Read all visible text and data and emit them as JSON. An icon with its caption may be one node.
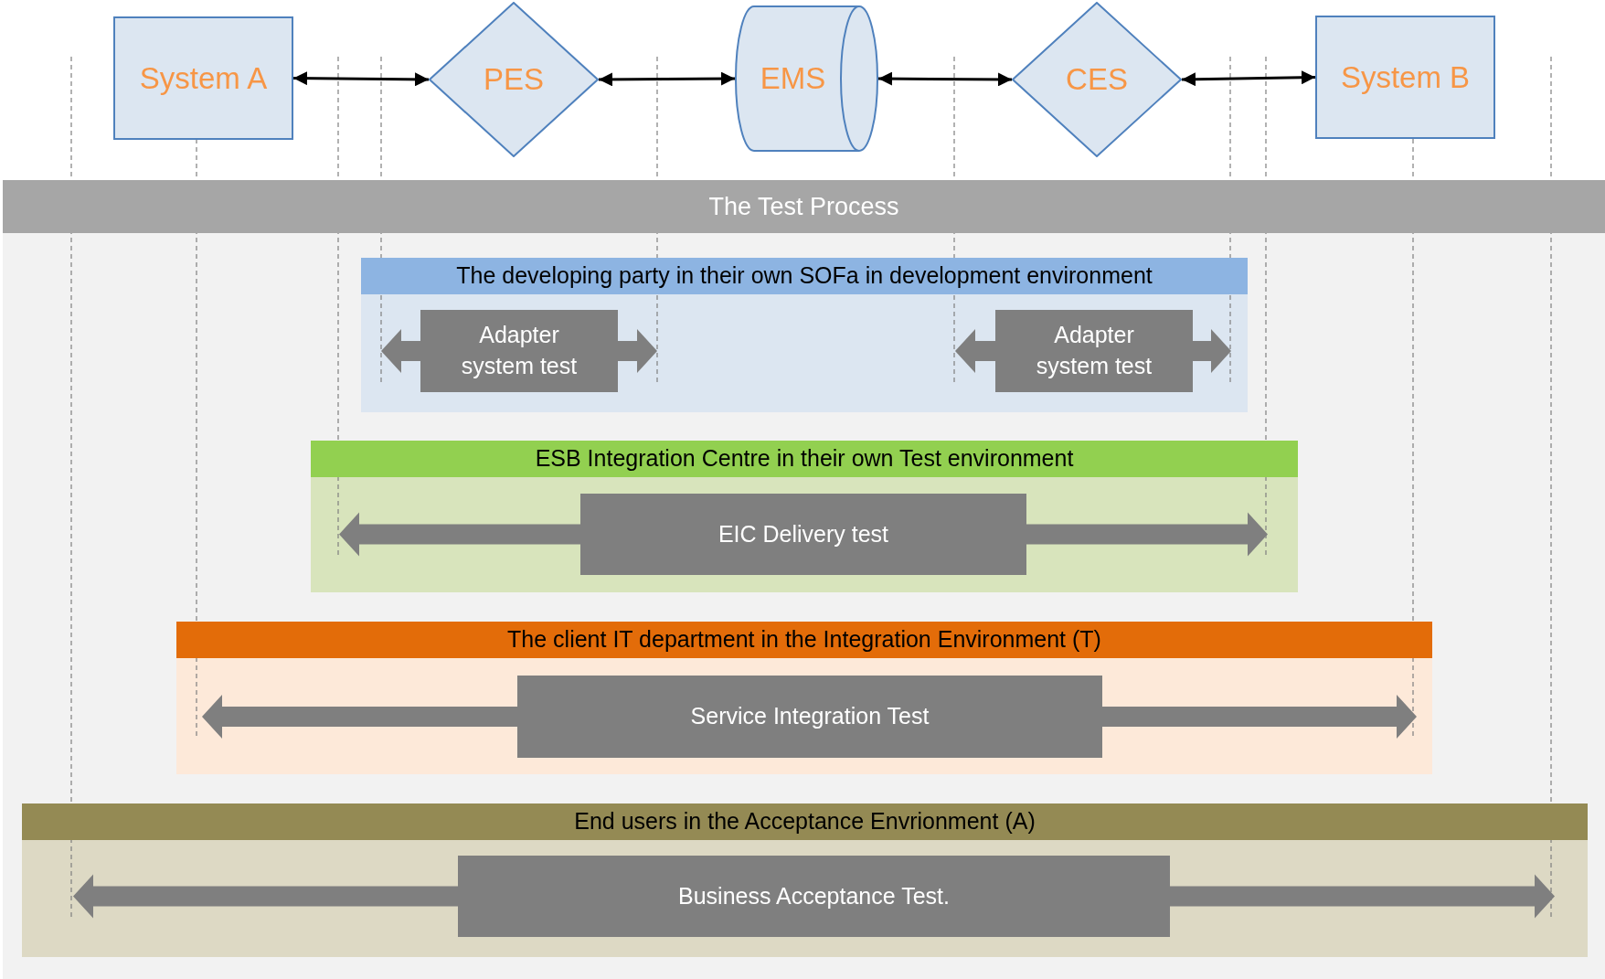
{
  "diagram": {
    "nodes": [
      {
        "text": [
          "System A"
        ]
      },
      {
        "text": [
          "PES"
        ]
      },
      {
        "text": [
          "EMS"
        ]
      },
      {
        "text": [
          "CES"
        ]
      },
      {
        "text": [
          "System B"
        ]
      },
      {
        "text": [
          "The Test Process"
        ]
      },
      {
        "text": [
          "The developing party in their own SOFa in development environment"
        ]
      },
      {
        "text": [
          "Adapter system test"
        ],
        "in": 6
      },
      {
        "text": [
          "Adapter system test"
        ],
        "in": 6
      },
      {
        "text": [
          "ESB Integration Centre in their own Test environment"
        ]
      },
      {
        "text": [
          "EIC Delivery test"
        ],
        "in": 9
      },
      {
        "text": [
          "The client IT department in the Integration Environment (T)"
        ]
      },
      {
        "text": [
          "Service Integration Test"
        ],
        "in": 11
      },
      {
        "text": [
          "End users in the Acceptance Envrionment (A)"
        ]
      },
      {
        "text": [
          "Business Acceptance Test."
        ],
        "in": 13
      }
    ],
    "edges": [
      {
        "from": 0,
        "to": 1,
        "arrow": "both"
      },
      {
        "from": 1,
        "to": 2,
        "arrow": "both"
      },
      {
        "from": 2,
        "to": 3,
        "arrow": "both"
      },
      {
        "from": 3,
        "to": 4,
        "arrow": "both"
      }
    ]
  }
}
